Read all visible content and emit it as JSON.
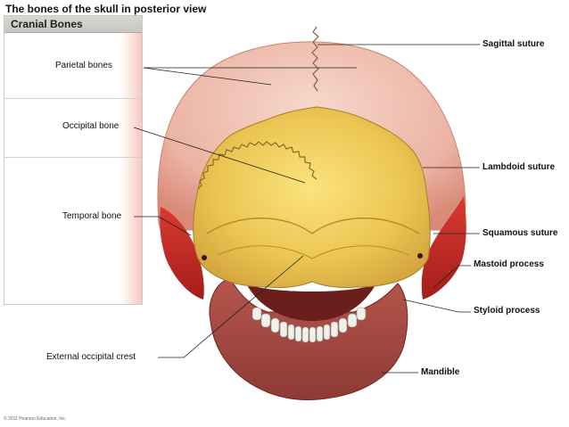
{
  "title": "The bones of the skull in posterior view",
  "legend": {
    "heading": "Cranial Bones"
  },
  "labels": {
    "parietal": "Parietal bones",
    "occipital": "Occipital bone",
    "temporal": "Temporal bone",
    "crest": "External occipital crest",
    "sagittal": "Sagittal suture",
    "lambdoid": "Lambdoid suture",
    "squamous": "Squamous suture",
    "mastoid": "Mastoid process",
    "styloid": "Styloid process",
    "mandible": "Mandible"
  },
  "copyright": "© 2011 Pearson Education, Inc.",
  "colors": {
    "parietal": "#eab5a6",
    "occipital": "#e9c651",
    "temporal": "#c42a24",
    "mandible": "#a7463f",
    "teeth": "#f1f1ea"
  }
}
